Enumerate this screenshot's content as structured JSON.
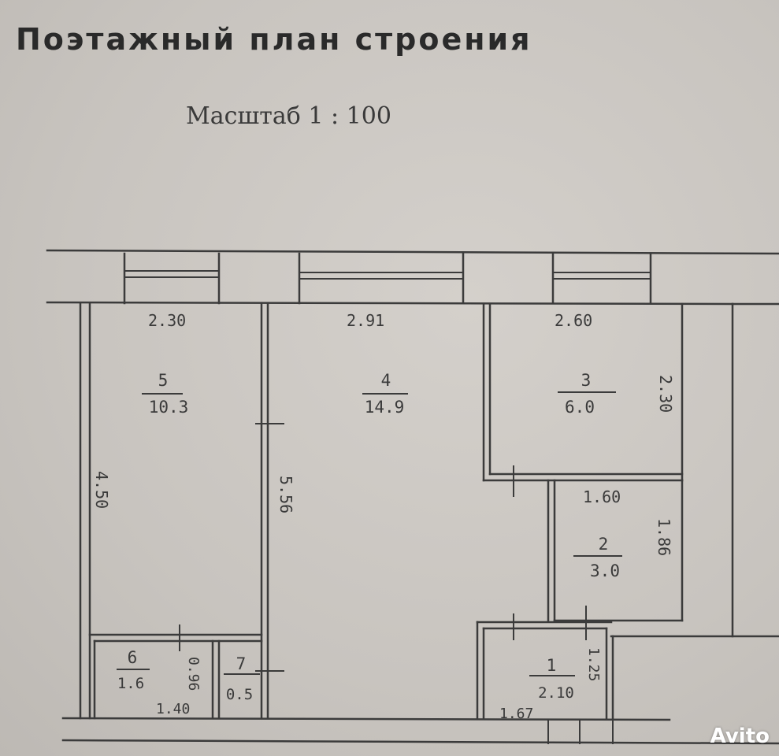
{
  "title": "Поэтажный план строения",
  "scale": "Масштаб 1 : 100",
  "watermark": "Avito",
  "dimensions": {
    "d_2_30": "2.30",
    "d_2_91": "2.91",
    "d_2_60": "2.60",
    "d_2_30_v": "2.30",
    "d_4_50": "4.50",
    "d_5_56": "5.56",
    "d_1_60": "1.60",
    "d_1_86": "1.86",
    "d_0_96": "0.96",
    "d_1_40": "1.40",
    "d_1_25": "1.25",
    "d_1_67": "1.67"
  },
  "rooms": [
    {
      "number": "5",
      "area": "10.3"
    },
    {
      "number": "4",
      "area": "14.9"
    },
    {
      "number": "3",
      "area": "6.0"
    },
    {
      "number": "2",
      "area": "3.0"
    },
    {
      "number": "6",
      "area": "1.6"
    },
    {
      "number": "7",
      "area": "0.5"
    },
    {
      "number": "1",
      "area": "2.10"
    }
  ]
}
